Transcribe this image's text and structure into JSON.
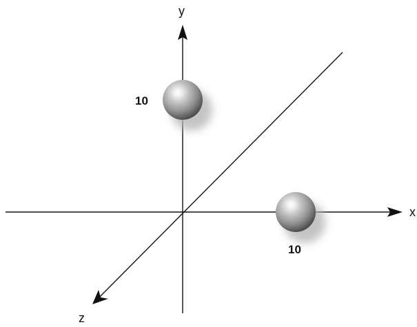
{
  "axes": {
    "x_label": "x",
    "y_label": "y",
    "z_label": "z"
  },
  "spheres": [
    {
      "axis": "y",
      "value_label": "10"
    },
    {
      "axis": "x",
      "value_label": "10"
    }
  ],
  "colors": {
    "axis": "#111111",
    "sphere_highlight": "#ffffff",
    "sphere_mid": "#a8a8a8",
    "sphere_dark": "#4a4a4a",
    "shadow": "#b5b5b5"
  }
}
